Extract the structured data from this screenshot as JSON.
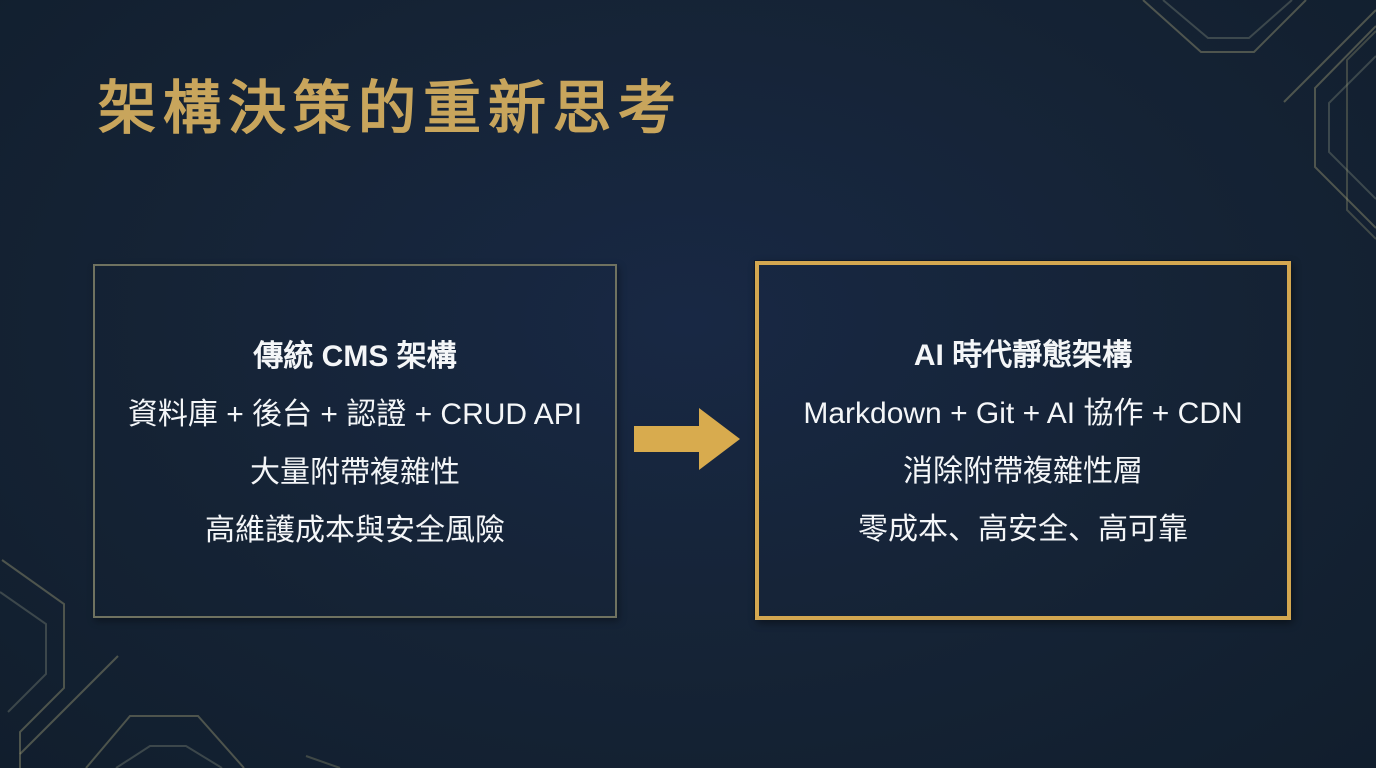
{
  "slide": {
    "title": "架構決策的重新思考",
    "cards": [
      {
        "id": "traditional-cms",
        "title": "傳統 CMS 架構",
        "lines": [
          "資料庫 + 後台 + 認證 + CRUD API",
          "大量附帶複雜性",
          "高維護成本與安全風險"
        ]
      },
      {
        "id": "ai-era-static",
        "title": "AI 時代靜態架構",
        "lines": [
          "Markdown + Git + AI 協作 + CDN",
          "消除附帶複雜性層",
          "零成本、高安全、高可靠"
        ]
      }
    ],
    "icons": {
      "arrow": "arrow-right-icon",
      "decorations": [
        "circuit-decoration-top-right",
        "circuit-decoration-bottom-left"
      ]
    },
    "colors": {
      "background": "#152335",
      "title_gold": "#C8A55C",
      "accent_gold": "#D8AB4E",
      "right_card_border": "#D3A750",
      "left_card_border": "#6F7260",
      "body_text": "#F4F6F8",
      "decoration_line": "#9A9468"
    }
  }
}
